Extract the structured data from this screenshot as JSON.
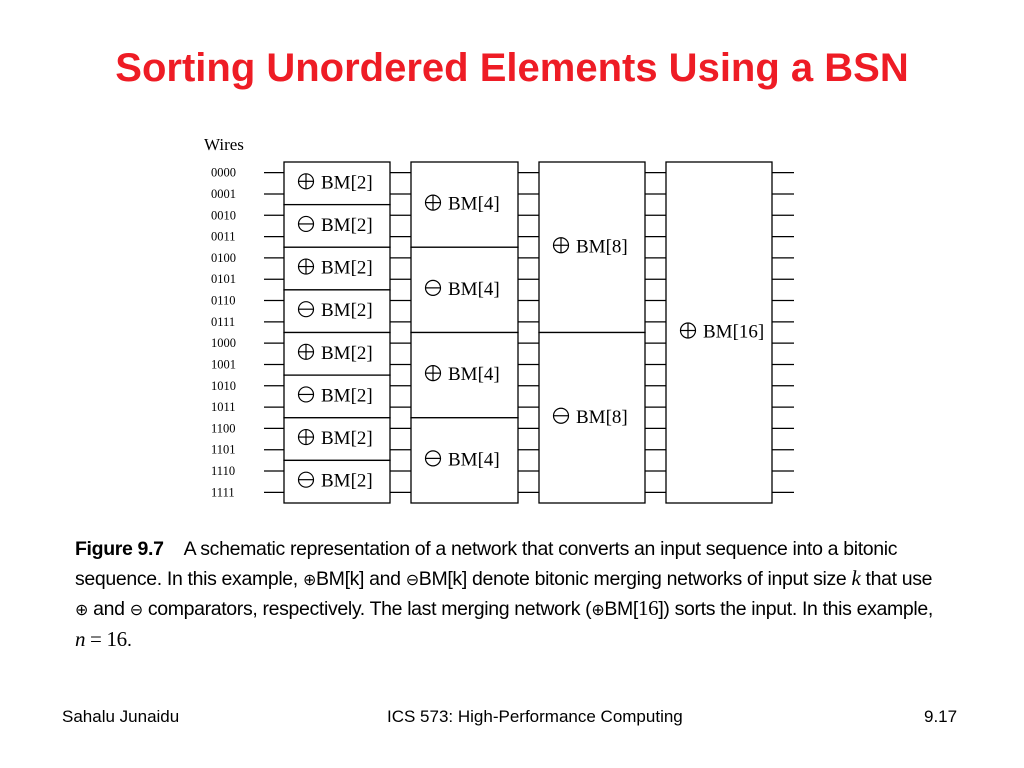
{
  "slide": {
    "title": "Sorting Unordered Elements Using a BSN"
  },
  "diagram": {
    "axis_label": "Wires",
    "wires": [
      "0000",
      "0001",
      "0010",
      "0011",
      "0100",
      "0101",
      "0110",
      "0111",
      "1000",
      "1001",
      "1010",
      "1011",
      "1100",
      "1101",
      "1110",
      "1111"
    ],
    "stages": [
      {
        "blocks": [
          {
            "op": "plus",
            "label": "BM[2]"
          },
          {
            "op": "minus",
            "label": "BM[2]"
          },
          {
            "op": "plus",
            "label": "BM[2]"
          },
          {
            "op": "minus",
            "label": "BM[2]"
          },
          {
            "op": "plus",
            "label": "BM[2]"
          },
          {
            "op": "minus",
            "label": "BM[2]"
          },
          {
            "op": "plus",
            "label": "BM[2]"
          },
          {
            "op": "minus",
            "label": "BM[2]"
          }
        ]
      },
      {
        "blocks": [
          {
            "op": "plus",
            "label": "BM[4]"
          },
          {
            "op": "minus",
            "label": "BM[4]"
          },
          {
            "op": "plus",
            "label": "BM[4]"
          },
          {
            "op": "minus",
            "label": "BM[4]"
          }
        ]
      },
      {
        "blocks": [
          {
            "op": "plus",
            "label": "BM[8]"
          },
          {
            "op": "minus",
            "label": "BM[8]"
          }
        ]
      },
      {
        "blocks": [
          {
            "op": "plus",
            "label": "BM[16]"
          }
        ]
      }
    ],
    "symbols": {
      "plus": "⊕",
      "minus": "⊖"
    }
  },
  "caption": {
    "figure_label": "Figure 9.7",
    "text_1": "A schematic representation of a network that converts an input sequence into a bitonic sequence.  In this example, ",
    "sym_plus": "⊕",
    "bm_k": "BM[k]",
    "and_word": " and ",
    "sym_minus": "⊖",
    "text_2": " denote bitonic merging networks of input size ",
    "var_k": "k",
    "text_3": " that use ",
    "text_4": " and ",
    "text_5": " comparators, respectively.  The last merging network (",
    "bm_open": "BM[",
    "num_16": "16",
    "text_6": "]) sorts the input. In this example, ",
    "var_n": "n",
    "eq_16": " = 16",
    "period": "."
  },
  "footer": {
    "author": "Sahalu Junaidu",
    "course": "ICS 573: High-Performance Computing",
    "page": "9.17"
  }
}
